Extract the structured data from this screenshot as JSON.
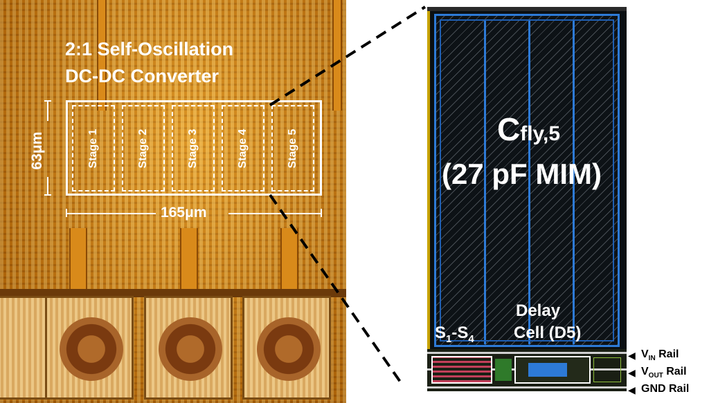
{
  "die_photo": {
    "title_line_1": "2:1 Self-Oscillation",
    "title_line_2": "DC-DC Converter",
    "height_dimension": "63μm",
    "width_dimension": "165μm",
    "stages": [
      "Stage 1",
      "Stage 2",
      "Stage 3",
      "Stage 4",
      "Stage 5"
    ]
  },
  "layout_view": {
    "capacitor_main": "C",
    "capacitor_sub": "fly,5",
    "capacitor_value": "(27 pF MIM)",
    "switch_prefix": "S",
    "switch_sub_1": "1",
    "switch_dash": "-S",
    "switch_sub_2": "4",
    "delay_line_1": "Delay",
    "delay_line_2": "Cell (D5)"
  },
  "rails": {
    "vin_main": "V",
    "vin_sub": "IN",
    "vin_suffix": " Rail",
    "vout_main": "V",
    "vout_sub": "OUT",
    "vout_suffix": " Rail",
    "gnd": "GND Rail"
  },
  "colors": {
    "photo_base": "#c9790f",
    "layout_blue": "#2d7ad6",
    "annotation": "#ffffff"
  }
}
